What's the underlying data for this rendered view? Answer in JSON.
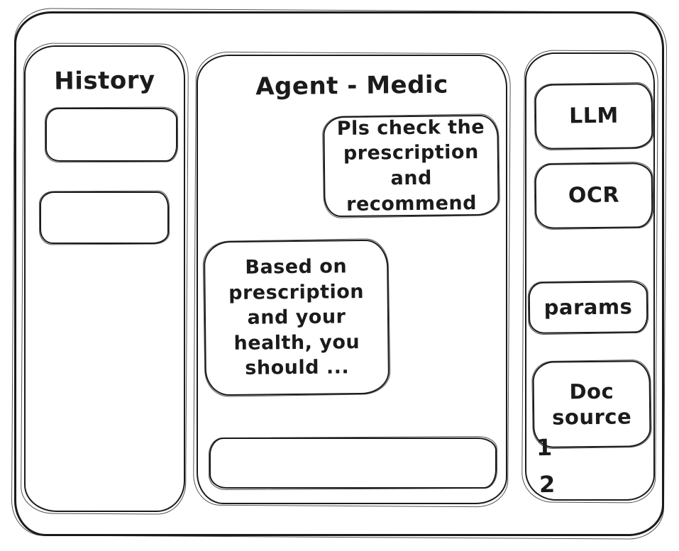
{
  "app": {
    "title": "Agent - Medic"
  },
  "history_panel": {
    "title": "History",
    "items": [
      {
        "label": ""
      },
      {
        "label": ""
      }
    ]
  },
  "chat": {
    "title": "Agent - Medic",
    "messages": [
      {
        "role": "user",
        "text": "Pls check the prescription and recommend"
      },
      {
        "role": "agent",
        "text": "Based on prescription and your health, you should ..."
      }
    ],
    "input": {
      "value": "",
      "placeholder": ""
    }
  },
  "tools_panel": {
    "buttons": [
      {
        "label": "LLM"
      },
      {
        "label": "OCR"
      },
      {
        "label": "params"
      },
      {
        "label": "Doc source"
      }
    ],
    "doc_sources": [
      {
        "label": "1"
      },
      {
        "label": "2"
      }
    ]
  },
  "colors": {
    "stroke": "#1b1b1b",
    "background": "#ffffff"
  }
}
